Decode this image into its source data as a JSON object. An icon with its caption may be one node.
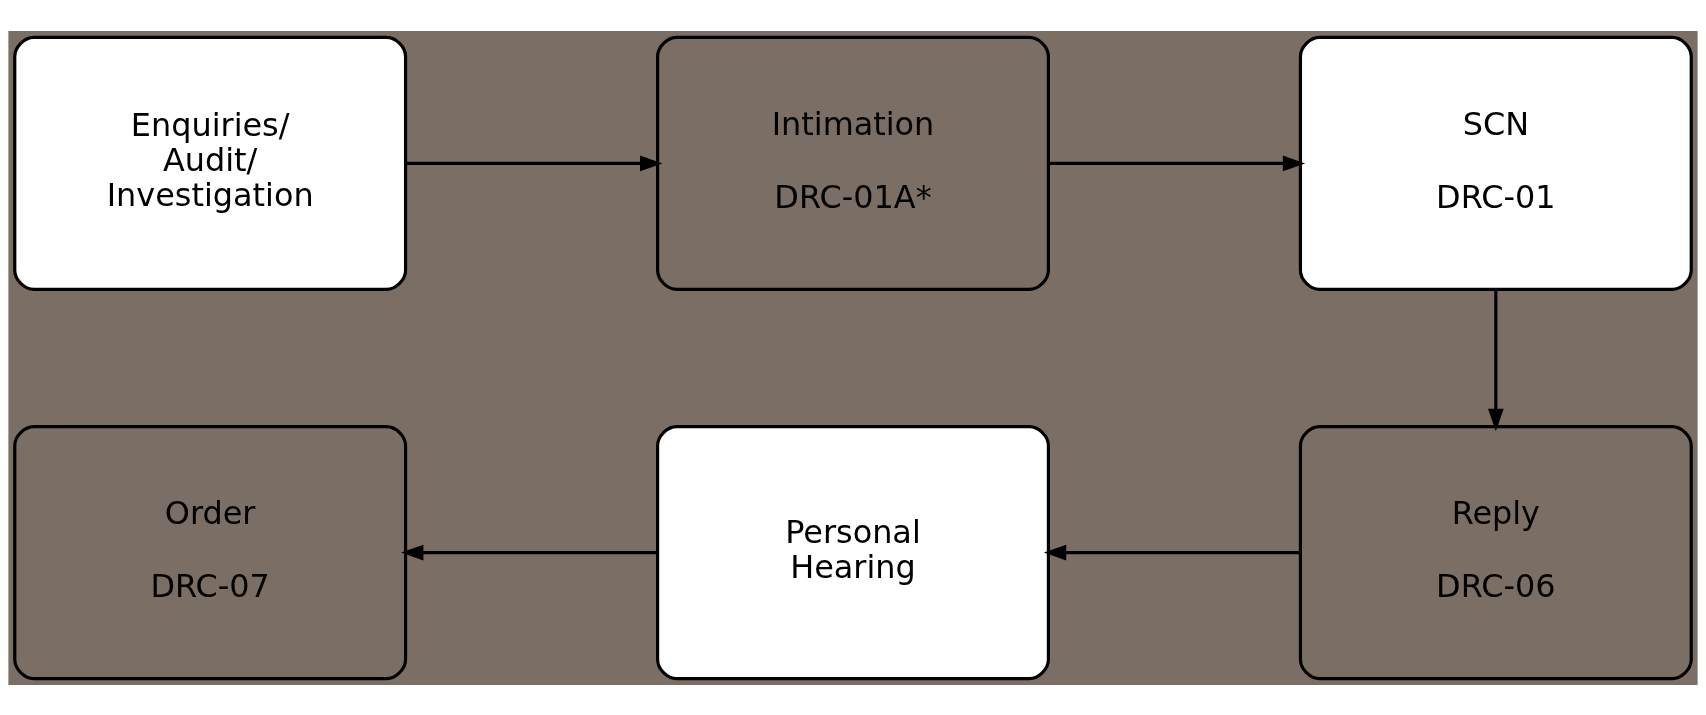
{
  "diagram": {
    "nodes": [
      {
        "text": [
          "Enquiries/ Audit/ Investigation"
        ]
      },
      {
        "text": [
          "Intimation",
          "DRC-01A*"
        ]
      },
      {
        "text": [
          "SCN",
          "DRC-01"
        ]
      },
      {
        "text": [
          "Reply",
          "DRC-06"
        ]
      },
      {
        "text": [
          "Personal Hearing"
        ]
      },
      {
        "text": [
          "Order",
          "DRC-07"
        ]
      }
    ],
    "edges": [
      {
        "from": 0,
        "to": 1,
        "arrow": "to"
      },
      {
        "from": 1,
        "to": 2,
        "arrow": "to"
      },
      {
        "from": 2,
        "to": 3,
        "arrow": "to"
      },
      {
        "from": 3,
        "to": 4,
        "arrow": "to"
      },
      {
        "from": 4,
        "to": 5,
        "arrow": "to"
      }
    ]
  }
}
